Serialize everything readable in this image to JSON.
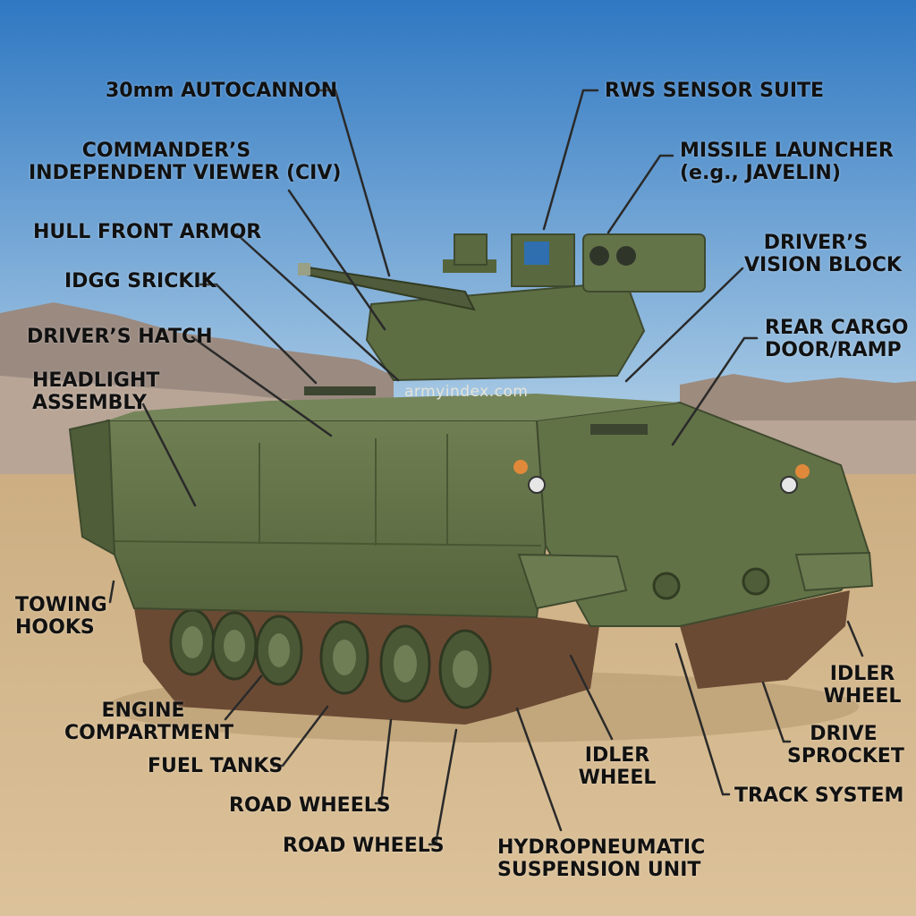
{
  "colors": {
    "sky_top": "#2f78c2",
    "sky_bottom": "#bcd7ea",
    "sand": "#d6ba8e",
    "hull": "#5f7044",
    "hull_dark": "#3f4a2e",
    "track": "#6b4a34",
    "leader": "#2a2a2a"
  },
  "watermark": "armyindex.com",
  "labels": {
    "autocannon": "30mm AUTOCANNON",
    "civ": "COMMANDER’S\nINDEPENDENT VIEWER (CIV)",
    "hull_front_armor": "HULL FRONT ARMOR",
    "idgg": "IDGG SRICKIK",
    "drivers_hatch": "DRIVER’S HATCH",
    "headlight": "HEADLIGHT\nASSEMBLY",
    "towing_hooks": "TOWING\nHOOKS",
    "engine": "ENGINE\nCOMPARTMENT",
    "fuel_tanks": "FUEL TANKS",
    "road_wheels_1": "ROAD WHEELS",
    "road_wheels_2": "ROAD WHEELS",
    "rws": "RWS SENSOR SUITE",
    "missile": "MISSILE LAUNCHER\n(e.g., JAVELIN)",
    "vision_block": "DRIVER’S\nVISION BLOCK",
    "rear_cargo": "REAR CARGO\nDOOR/RAMP",
    "idler_right": "IDLER\nWHEEL",
    "drive_sprocket": "DRIVE\nSPROCKET",
    "track_system": "TRACK SYSTEM",
    "idler_center": "IDLER\nWHEEL",
    "hydro": "HYDROPNEUMATIC\nSUSPENSION UNIT"
  }
}
